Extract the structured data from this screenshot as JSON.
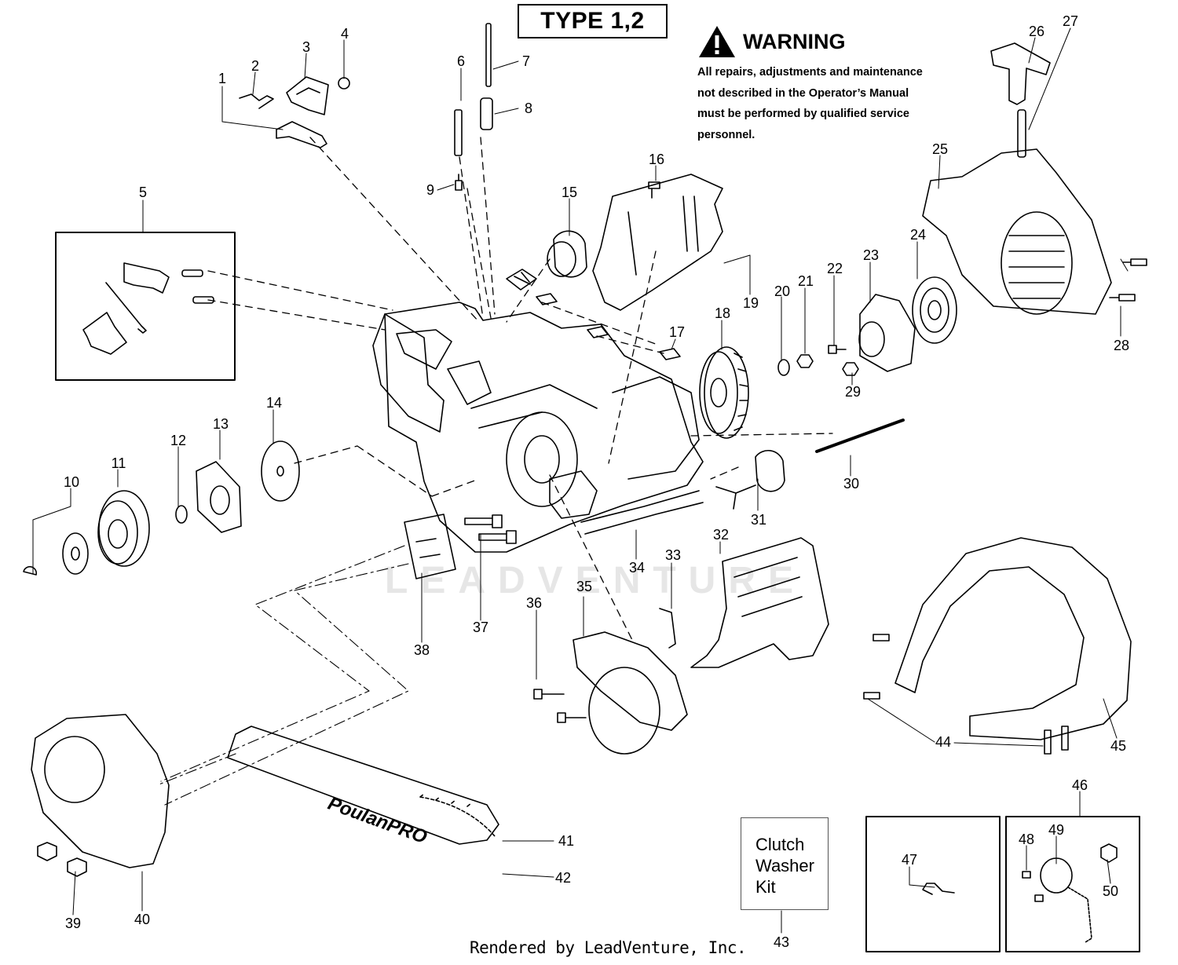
{
  "header": {
    "type_label": "TYPE 1,2"
  },
  "warning": {
    "title": "WARNING",
    "icon": "warning-triangle-icon",
    "lines": [
      "All repairs, adjustments and maintenance",
      "not described in the Operator’s Manual",
      "must be performed by qualified  service",
      "personnel."
    ]
  },
  "kit_box": {
    "lines": [
      "Clutch",
      "Washer",
      "Kit"
    ]
  },
  "footer": {
    "credit": "Rendered by LeadVenture, Inc."
  },
  "watermark": {
    "text": "LEADVENTURE"
  },
  "bar_brand": "PoulanPRO",
  "callouts": [
    {
      "id": "1",
      "label": "1"
    },
    {
      "id": "2",
      "label": "2"
    },
    {
      "id": "3",
      "label": "3"
    },
    {
      "id": "4",
      "label": "4"
    },
    {
      "id": "5",
      "label": "5"
    },
    {
      "id": "6",
      "label": "6"
    },
    {
      "id": "7",
      "label": "7"
    },
    {
      "id": "8",
      "label": "8"
    },
    {
      "id": "9",
      "label": "9"
    },
    {
      "id": "10",
      "label": "10"
    },
    {
      "id": "11",
      "label": "11"
    },
    {
      "id": "12",
      "label": "12"
    },
    {
      "id": "13",
      "label": "13"
    },
    {
      "id": "14",
      "label": "14"
    },
    {
      "id": "15",
      "label": "15"
    },
    {
      "id": "16",
      "label": "16"
    },
    {
      "id": "17",
      "label": "17"
    },
    {
      "id": "18",
      "label": "18"
    },
    {
      "id": "19",
      "label": "19"
    },
    {
      "id": "20",
      "label": "20"
    },
    {
      "id": "21",
      "label": "21"
    },
    {
      "id": "22",
      "label": "22"
    },
    {
      "id": "23",
      "label": "23"
    },
    {
      "id": "24",
      "label": "24"
    },
    {
      "id": "25",
      "label": "25"
    },
    {
      "id": "26",
      "label": "26"
    },
    {
      "id": "27",
      "label": "27"
    },
    {
      "id": "28",
      "label": "28"
    },
    {
      "id": "29",
      "label": "29"
    },
    {
      "id": "30",
      "label": "30"
    },
    {
      "id": "31",
      "label": "31"
    },
    {
      "id": "32",
      "label": "32"
    },
    {
      "id": "33",
      "label": "33"
    },
    {
      "id": "34",
      "label": "34"
    },
    {
      "id": "35",
      "label": "35"
    },
    {
      "id": "36",
      "label": "36"
    },
    {
      "id": "37",
      "label": "37"
    },
    {
      "id": "38",
      "label": "38"
    },
    {
      "id": "39",
      "label": "39"
    },
    {
      "id": "40",
      "label": "40"
    },
    {
      "id": "41",
      "label": "41"
    },
    {
      "id": "42",
      "label": "42"
    },
    {
      "id": "43",
      "label": "43"
    },
    {
      "id": "44",
      "label": "44"
    },
    {
      "id": "45",
      "label": "45"
    },
    {
      "id": "46",
      "label": "46"
    },
    {
      "id": "47",
      "label": "47"
    },
    {
      "id": "48",
      "label": "48"
    },
    {
      "id": "49",
      "label": "49"
    },
    {
      "id": "50",
      "label": "50"
    }
  ]
}
